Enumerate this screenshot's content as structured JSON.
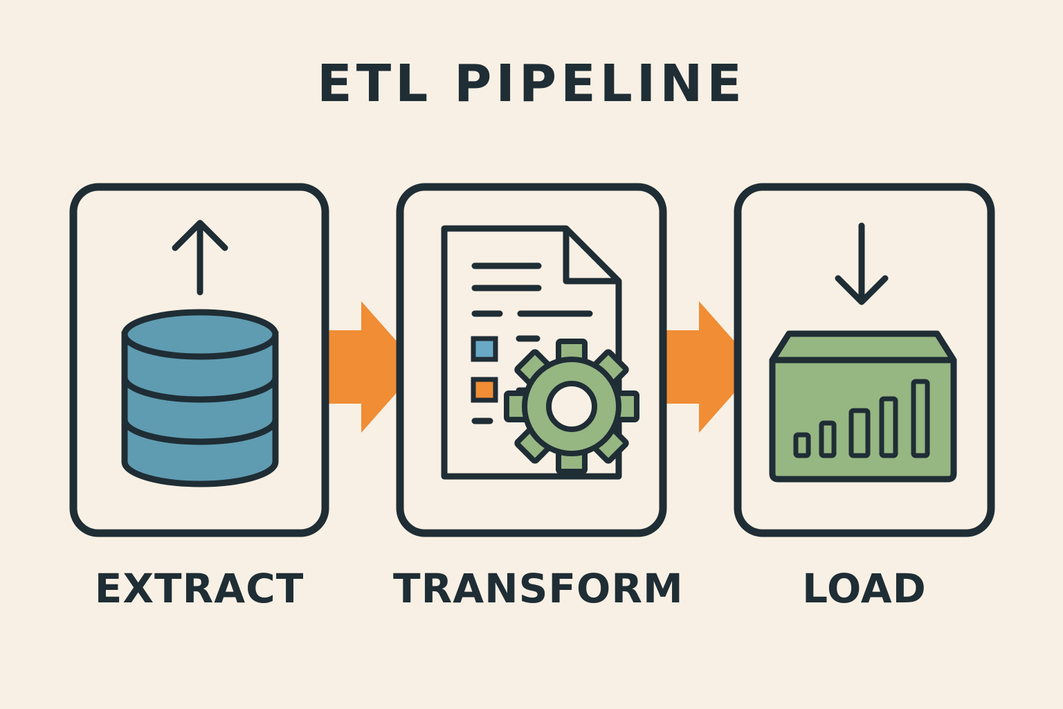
{
  "title": "ETL PIPELINE",
  "colors": {
    "background": "#f8f0e4",
    "ink": "#1f2d35",
    "database_blue": "#5f9cb1",
    "arrow_orange": "#f08d35",
    "accent_green": "#96b682",
    "doc_blue": "#69a9c6"
  },
  "steps": [
    {
      "label": "EXTRACT",
      "icon": "database-upload-icon"
    },
    {
      "label": "TRANSFORM",
      "icon": "document-gear-icon"
    },
    {
      "label": "LOAD",
      "icon": "bar-chart-download-icon"
    }
  ],
  "connectors": [
    "orange-arrow-icon",
    "orange-arrow-icon"
  ]
}
